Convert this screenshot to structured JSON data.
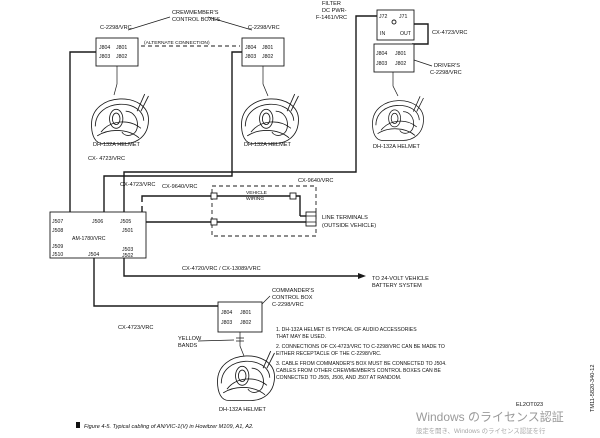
{
  "labels": {
    "crewmember_boxes": [
      "CREWMEMBER'S",
      "CONTROL BOXES"
    ],
    "c2298_left": "C-2298/VRC",
    "c2298_right": "C-2298/VRC",
    "j804": "J804",
    "j801": "J801",
    "j803": "J803",
    "j802": "J802",
    "alternate_connection": "(ALTERNATE CONNECTION)",
    "helmet": "DH-132A HELMET",
    "filter": [
      "FILTER",
      "DC  PWR-",
      "F-1461/VRC"
    ],
    "j72": "J72",
    "j71": "J71",
    "in": "IN",
    "out": "OUT",
    "cx4723_right": "CX-4723/VRC",
    "drivers": [
      "DRIVER'S",
      "C-2298/VRC"
    ],
    "cx4723_left": "CX- 4723/VRC",
    "cx4723_mid": "CX-4723/VRC",
    "cx9640_left": "CX-9640/VRC",
    "cx9640_right": "CX-9640/VRC",
    "vehicle_wiring": [
      "VEHICLE",
      "WIRING"
    ],
    "line_terminals": [
      "LINE TERMINALS",
      "(OUTSIDE VEHICLE)"
    ],
    "am1780": "AM-1780/VRC",
    "j507": "J507",
    "j506": "J506",
    "j505": "J505",
    "j508": "J508",
    "j501": "J501",
    "j509": "J509",
    "j510": "J510",
    "j504": "J504",
    "j503": "J503",
    "j502": "J502",
    "cx4720": "CX-4720/VRC /  CX-13089/VRC",
    "battery": [
      "TO 24-VOLT VEHICLE",
      "BATTERY SYSTEM"
    ],
    "commanders": [
      "COMMANDER'S",
      "CONTROL BOX",
      "C-2298/VRC"
    ],
    "cx4723_bottom": "CX-4723/VRC",
    "yellow_bands": [
      "YELLOW",
      "BANDS"
    ],
    "el_code": "EL2OT023",
    "side_code": "TM11-5820-340-12"
  },
  "notes": [
    [
      "1. DH-132A HELMET IS TYPICAL OF AUDIO ACCESSORIES",
      "    THAT MAY BE USED."
    ],
    [
      "2. CONNECTIONS OF CX-4723/VRC TO C-2298/VRC  CAN BE MADE TO",
      "    EITHER RECEPTACLE OF THE C-2298/VRC."
    ],
    [
      "3. CABLE FROM COMMANDER'S BOX MUST BE CONNECTED TO J504.",
      "    CABLES FROM OTHER CREWMEMBER'S CONTROL BOXES CAN BE",
      "    CONNECTED TO J505, J506, AND J507 AT RANDOM."
    ]
  ],
  "caption": "Figure 4-5.  Typical cabling of AN/VIC-1(V) in Howitzer M109, A1, A2.",
  "watermark": {
    "line1": "Windows のライセンス認証",
    "line2": "設定を開き、Windows のライセンス認証を行"
  }
}
